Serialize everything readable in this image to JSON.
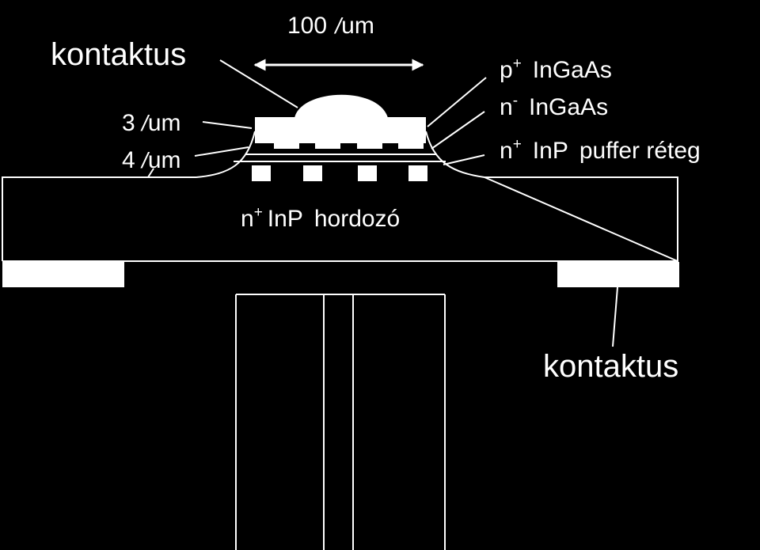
{
  "labels": {
    "width": "100 ",
    "width_unit": "um",
    "contact_top": "kontaktus",
    "contact_bottom": "kontaktus",
    "thick1_num": "3 ",
    "thick1_unit": "um",
    "thick2_num": "4 ",
    "thick2_unit": "um",
    "micro_mark": "/",
    "layer_p": {
      "base": "p",
      "sup": "+",
      "mat": "InGaAs"
    },
    "layer_n": {
      "base": "n",
      "sup": "-",
      "mat": "InGaAs"
    },
    "layer_buffer": {
      "base": "n",
      "sup": "+",
      "mat": "InP",
      "desc": "puffer réteg"
    },
    "substrate": {
      "base": "n",
      "sup": "+",
      "mat": "InP",
      "desc": "hordozó"
    }
  },
  "colors": {
    "background": "#000000",
    "foreground": "#ffffff"
  }
}
